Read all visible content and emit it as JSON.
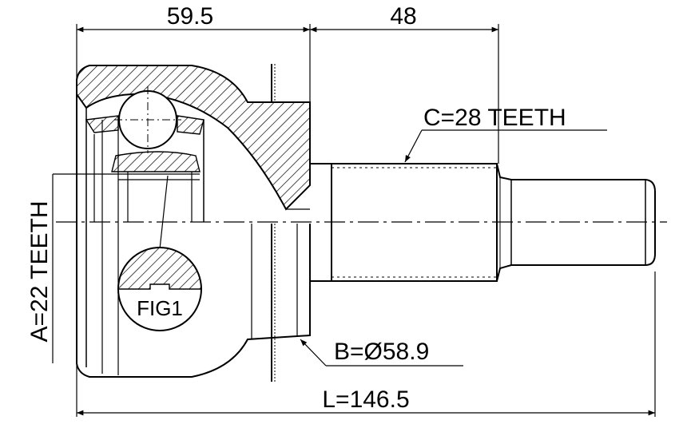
{
  "dimensions": {
    "housing_length": "59.5",
    "shaft_length": "48",
    "total_length": "L=146.5"
  },
  "callouts": {
    "outer_spline": "C=28 TEETH",
    "inner_spline": "A=22 TEETH",
    "abs_ring_diameter": "B=Ø58.9",
    "detail_figure": "FIG1"
  }
}
